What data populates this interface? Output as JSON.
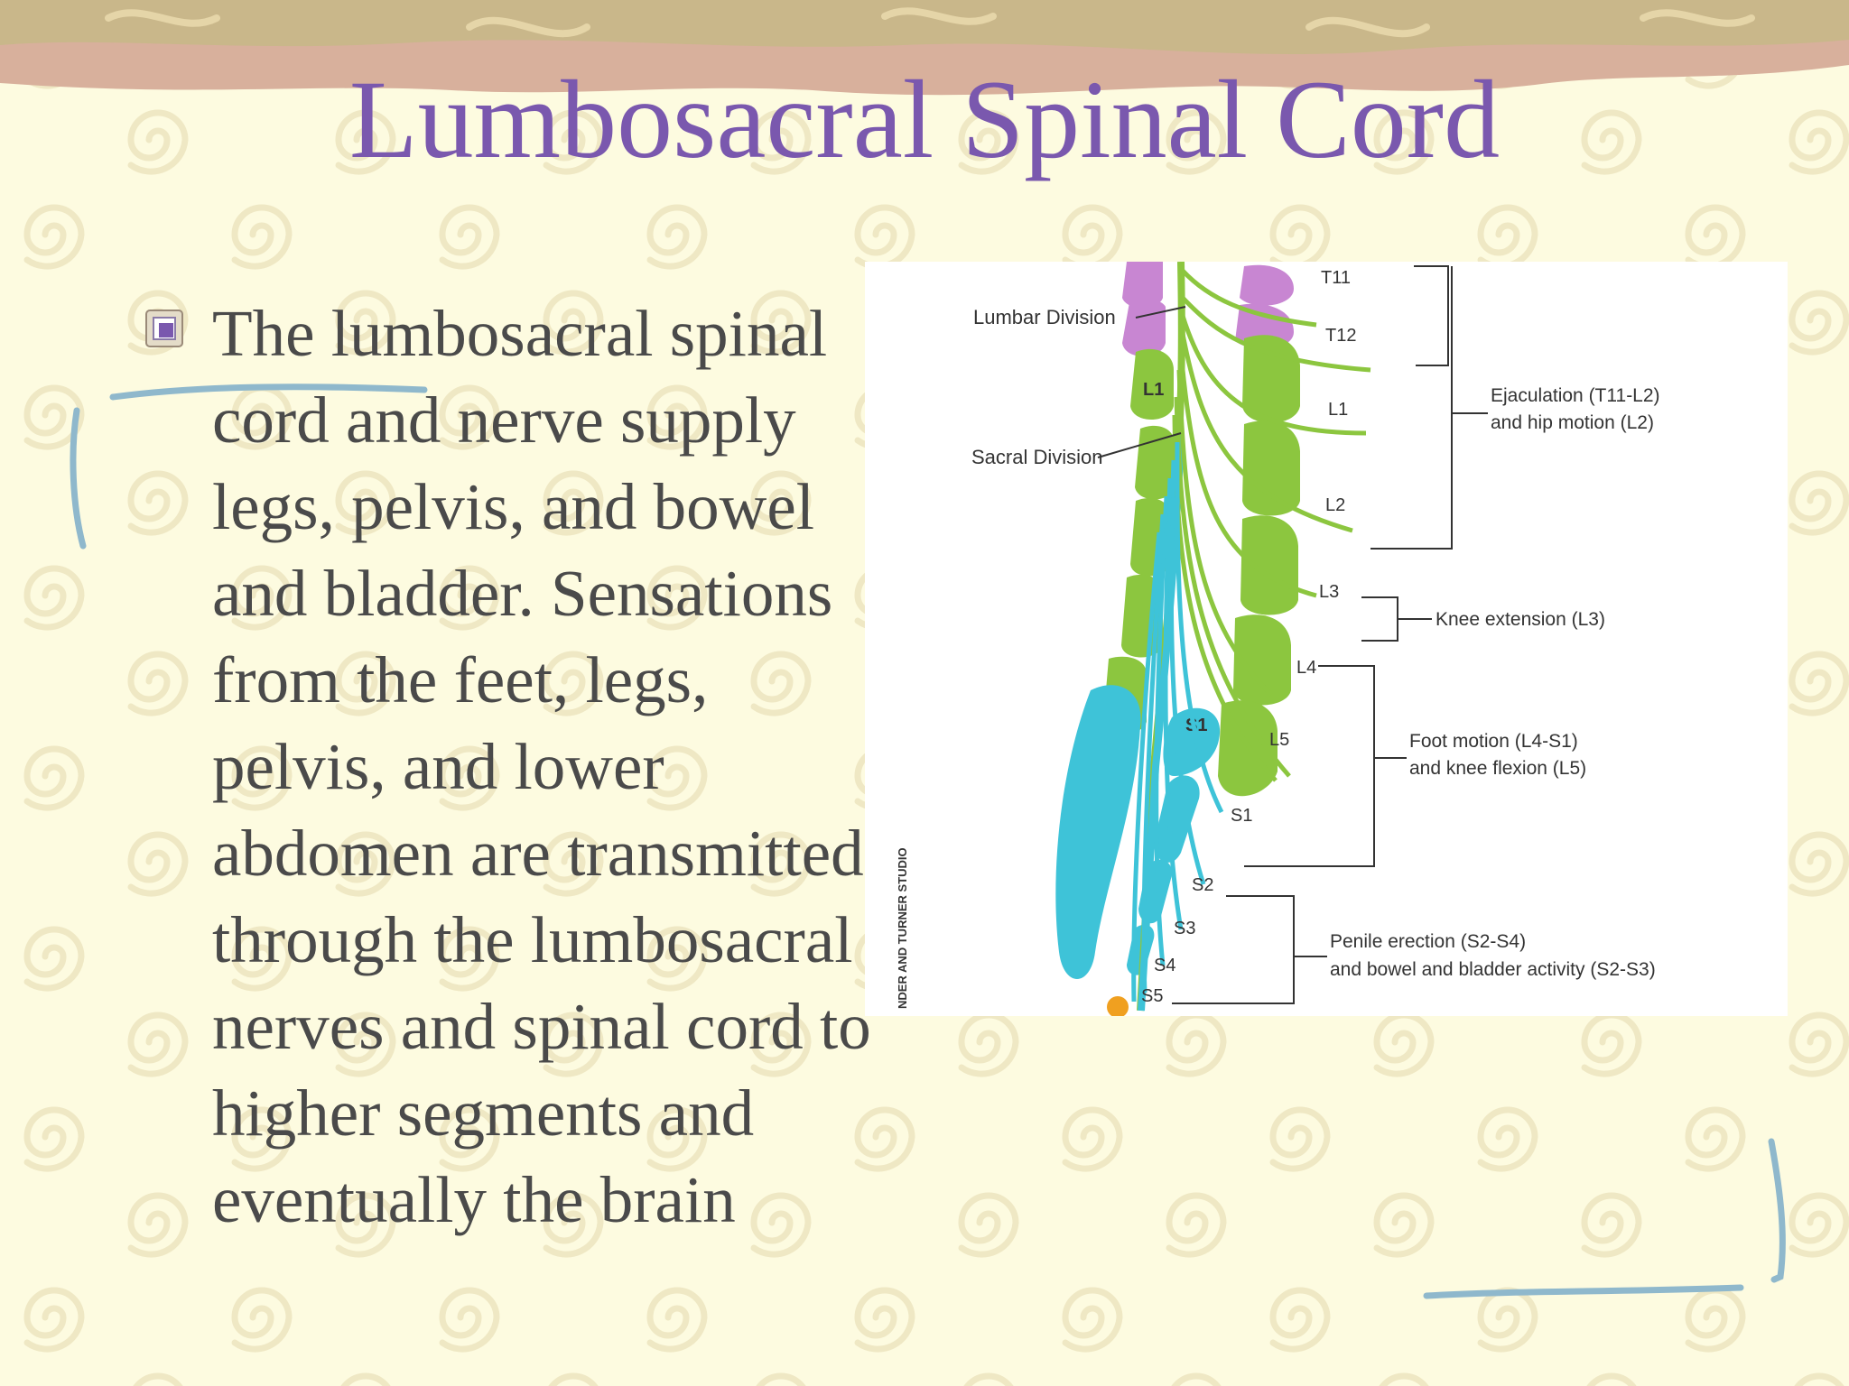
{
  "slide": {
    "title": "Lumbosacral Spinal Cord",
    "bullet_text": "The lumbosacral spinal cord and nerve supply legs, pelvis, and bowel and bladder. Sensations from the feet, legs, pelvis, and lower abdomen are transmitted through the lumbosacral nerves and spinal cord to higher segments and eventually the brain"
  },
  "diagram": {
    "divisions": {
      "lumbar": "Lumbar Division",
      "sacral": "Sacral Division"
    },
    "levels": {
      "t11": "T11",
      "t12": "T12",
      "l1_body": "L1",
      "l1": "L1",
      "l2": "L2",
      "l3": "L3",
      "l4": "L4",
      "l5": "L5",
      "s1_body": "S1",
      "s1": "S1",
      "s2": "S2",
      "s3": "S3",
      "s4": "S4",
      "s5": "S5"
    },
    "functions": {
      "ejaculation_1": "Ejaculation (T11-L2)",
      "ejaculation_2": "and hip motion (L2)",
      "knee_extension": "Knee extension (L3)",
      "foot_motion_1": "Foot motion (L4-S1)",
      "foot_motion_2": "and knee flexion (L5)",
      "penile_1": "Penile erection (S2-S4)",
      "penile_2": "and bowel and bladder activity (S2-S3)"
    },
    "credit": "NDER AND TURNER STUDIO",
    "colors": {
      "lumbar_purple": "#c886d2",
      "vertebra_green": "#8cc63f",
      "nerve_green": "#8cc63f",
      "sacral_blue": "#3ec3d8"
    }
  },
  "theme": {
    "title_color": "#7a58ae",
    "text_color": "#4a4a4a",
    "background": "#fdfbe0",
    "ink_color": "#8fb8cc"
  }
}
